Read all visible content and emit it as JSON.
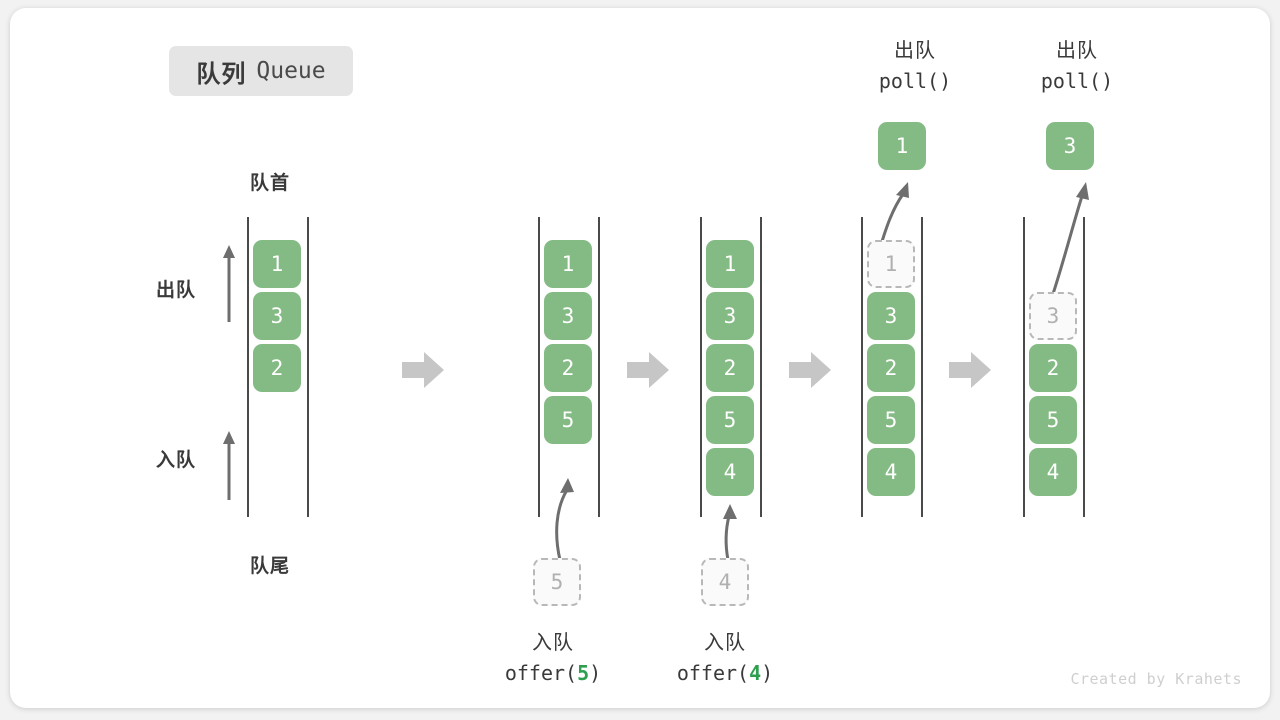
{
  "title": {
    "cn": "队列",
    "en": "Queue"
  },
  "labels": {
    "head": "队首",
    "tail": "队尾",
    "dequeue": "出队",
    "enqueue": "入队"
  },
  "credit": "Created by Krahets",
  "colors": {
    "cell_fill": "#84bb84",
    "cell_text": "#ffffff",
    "ghost_border": "#b8b8b8",
    "ghost_text": "#b0b0b0",
    "rail": "#4a4a4a",
    "arrow": "#6e6e6e",
    "separator": "#c6c6c6",
    "badge_bg": "#e5e5e5",
    "accent_number": "#2e9e4f",
    "card_bg": "#ffffff",
    "page_bg": "#f2f2f2"
  },
  "side_arrows": [
    {
      "name": "dequeue",
      "label": "出队"
    },
    {
      "name": "enqueue",
      "label": "入队"
    }
  ],
  "steps": [
    {
      "id": "state-initial",
      "cells": [
        {
          "value": "1",
          "state": "filled"
        },
        {
          "value": "3",
          "state": "filled"
        },
        {
          "value": "2",
          "state": "filled"
        }
      ],
      "operation": null,
      "result": null
    },
    {
      "id": "state-after-offer-5",
      "cells": [
        {
          "value": "1",
          "state": "filled"
        },
        {
          "value": "3",
          "state": "filled"
        },
        {
          "value": "2",
          "state": "filled"
        },
        {
          "value": "5",
          "state": "filled"
        }
      ],
      "operation": {
        "kind": "offer",
        "line1": "入队",
        "line2_prefix": "offer(",
        "line2_num": "5",
        "line2_suffix": ")",
        "ghost_value": "5"
      },
      "result": null
    },
    {
      "id": "state-after-offer-4",
      "cells": [
        {
          "value": "1",
          "state": "filled"
        },
        {
          "value": "3",
          "state": "filled"
        },
        {
          "value": "2",
          "state": "filled"
        },
        {
          "value": "5",
          "state": "filled"
        },
        {
          "value": "4",
          "state": "filled"
        }
      ],
      "operation": {
        "kind": "offer",
        "line1": "入队",
        "line2_prefix": "offer(",
        "line2_num": "4",
        "line2_suffix": ")",
        "ghost_value": "4"
      },
      "result": null
    },
    {
      "id": "state-after-poll-1",
      "cells": [
        {
          "value": "1",
          "state": "ghost"
        },
        {
          "value": "3",
          "state": "filled"
        },
        {
          "value": "2",
          "state": "filled"
        },
        {
          "value": "5",
          "state": "filled"
        },
        {
          "value": "4",
          "state": "filled"
        }
      ],
      "operation": {
        "kind": "poll",
        "line1": "出队",
        "line2_prefix": "poll(",
        "line2_num": "",
        "line2_suffix": ")"
      },
      "result": {
        "value": "1"
      }
    },
    {
      "id": "state-after-poll-3",
      "cells": [
        {
          "value": "",
          "state": "blank"
        },
        {
          "value": "3",
          "state": "ghost"
        },
        {
          "value": "2",
          "state": "filled"
        },
        {
          "value": "5",
          "state": "filled"
        },
        {
          "value": "4",
          "state": "filled"
        }
      ],
      "operation": {
        "kind": "poll",
        "line1": "出队",
        "line2_prefix": "poll(",
        "line2_num": "",
        "line2_suffix": ")"
      },
      "result": {
        "value": "3"
      }
    }
  ]
}
